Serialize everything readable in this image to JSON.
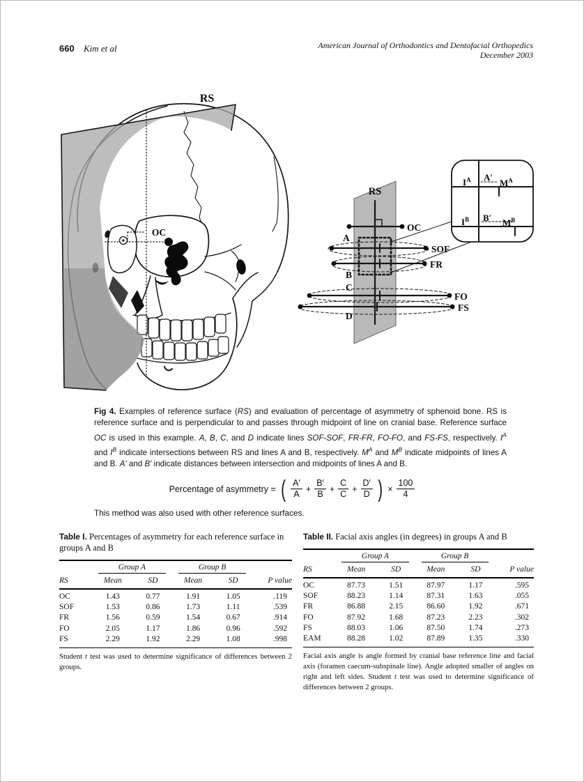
{
  "header": {
    "page_number": "660",
    "authors": "Kim et al",
    "journal": "American Journal of Orthodontics and Dentofacial Orthopedics",
    "issue_date": "December 2003"
  },
  "figure": {
    "plane_fill": "#a8a8a8",
    "diagram_plane_fill": "#b4b4b4",
    "skull": {
      "rs": "RS",
      "oc": "OC"
    },
    "diagram": {
      "rs": "RS",
      "oc": "OC",
      "sof": "SOF",
      "fr": "FR",
      "fo": "FO",
      "fs": "FS",
      "a": "A",
      "b": "B",
      "c": "C",
      "d": "D",
      "iA": [
        "I",
        "A"
      ],
      "aPrime": "A′",
      "mA": [
        "M",
        "A"
      ],
      "iB": [
        "I",
        "B"
      ],
      "bPrime": "B′",
      "mB": [
        "M",
        "B"
      ]
    }
  },
  "caption_segments": [
    {
      "t": "Fig 4.",
      "b": true
    },
    {
      "t": "  Examples of reference surface ("
    },
    {
      "t": "RS",
      "i": true
    },
    {
      "t": ") and evaluation of percentage of asymmetry of sphenoid bone. RS is reference surface and is perpendicular to and passes through midpoint of line on cranial base. Reference surface "
    },
    {
      "t": "OC",
      "i": true
    },
    {
      "t": " is used in this example. "
    },
    {
      "t": "A",
      "i": true
    },
    {
      "t": ", "
    },
    {
      "t": "B",
      "i": true
    },
    {
      "t": ", "
    },
    {
      "t": "C",
      "i": true
    },
    {
      "t": ", and "
    },
    {
      "t": "D",
      "i": true
    },
    {
      "t": " indicate lines "
    },
    {
      "t": "SOF-SOF",
      "i": true
    },
    {
      "t": ", "
    },
    {
      "t": "FR-FR",
      "i": true
    },
    {
      "t": ", "
    },
    {
      "t": "FO-FO",
      "i": true
    },
    {
      "t": ", and "
    },
    {
      "t": "FS-FS",
      "i": true
    },
    {
      "t": ", respectively. "
    },
    {
      "t": "I",
      "i": true
    },
    {
      "t": "A",
      "i": true,
      "sup": true
    },
    {
      "t": " and "
    },
    {
      "t": "I",
      "i": true
    },
    {
      "t": "B",
      "i": true,
      "sup": true
    },
    {
      "t": " indicate intersections between RS and lines A and B, respectively. "
    },
    {
      "t": "M",
      "i": true
    },
    {
      "t": "A",
      "i": true,
      "sup": true
    },
    {
      "t": " and "
    },
    {
      "t": "M",
      "i": true
    },
    {
      "t": "B",
      "i": true,
      "sup": true
    },
    {
      "t": " indicate midpoints of lines A and B. "
    },
    {
      "t": "A′",
      "i": true
    },
    {
      "t": " and "
    },
    {
      "t": "B′",
      "i": true
    },
    {
      "t": " indicate distances between intersection and midpoints of lines A and B."
    }
  ],
  "formula": {
    "lhs": "Percentage of asymmetry =",
    "fractions": [
      {
        "num": "A′",
        "den": "A"
      },
      {
        "num": "B′",
        "den": "B"
      },
      {
        "num": "C",
        "den": "C"
      },
      {
        "num": "D′",
        "den": "D"
      }
    ],
    "plus": "+",
    "times": "×",
    "factor": {
      "num": "100",
      "den": "4"
    }
  },
  "method_note": "This method was also used with other reference surfaces.",
  "table1": {
    "label": "Table I.",
    "title": "Percentages of asymmetry for each reference surface in groups A and B",
    "group_a": "Group A",
    "group_b": "Group B",
    "col_headers": [
      "RS",
      "Mean",
      "SD",
      "Mean",
      "SD",
      "P value"
    ],
    "rows": [
      [
        "OC",
        "1.43",
        "0.77",
        "1.91",
        "1.05",
        ".119"
      ],
      [
        "SOF",
        "1.53",
        "0.86",
        "1.73",
        "1.11",
        ".539"
      ],
      [
        "FR",
        "1.56",
        "0.59",
        "1.54",
        "0.67",
        ".914"
      ],
      [
        "FO",
        "2.05",
        "1.17",
        "1.86",
        "0.96",
        ".592"
      ],
      [
        "FS",
        "2.29",
        "1.92",
        "2.29",
        "1.08",
        ".998"
      ]
    ],
    "footnote_segments": [
      {
        "t": "Student "
      },
      {
        "t": "t",
        "i": true
      },
      {
        "t": " test was used to determine significance of differences between 2 groups."
      }
    ]
  },
  "table2": {
    "label": "Table II.",
    "title": "Facial axis angles (in degrees) in groups A and B",
    "group_a": "Group A",
    "group_b": "Group B",
    "col_headers": [
      "RS",
      "Mean",
      "SD",
      "Mean",
      "SD",
      "P value"
    ],
    "rows": [
      [
        "OC",
        "87.73",
        "1.51",
        "87.97",
        "1.17",
        ".595"
      ],
      [
        "SOF",
        "88.23",
        "1.14",
        "87.31",
        "1.63",
        ".055"
      ],
      [
        "FR",
        "86.88",
        "2.15",
        "86.60",
        "1.92",
        ".671"
      ],
      [
        "FO",
        "87.92",
        "1.68",
        "87.23",
        "2.23",
        ".302"
      ],
      [
        "FS",
        "88.03",
        "1.06",
        "87.50",
        "1.74",
        ".273"
      ],
      [
        "EAM",
        "88.28",
        "1.02",
        "87.89",
        "1.35",
        ".330"
      ]
    ],
    "footnote_segments": [
      {
        "t": "Facial axis angle is angle formed by cranial base reference line and facial axis (foramen caecum-subspinale line). Angle adopted smaller of angles on right and left sides. Student "
      },
      {
        "t": "t",
        "i": true
      },
      {
        "t": " test was used to determine significance of differences between 2 groups."
      }
    ]
  }
}
